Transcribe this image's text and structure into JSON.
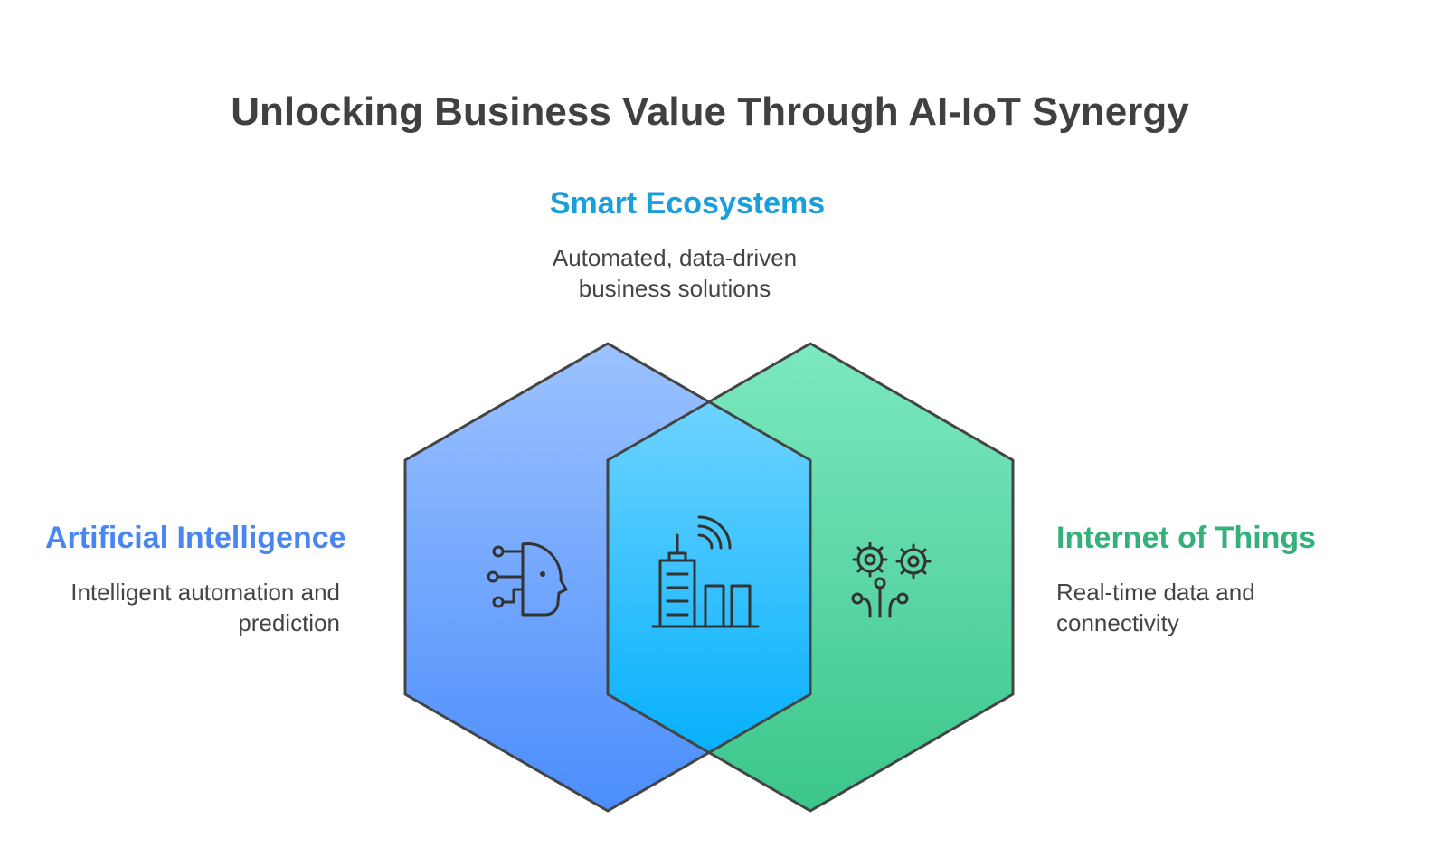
{
  "title": "Unlocking Business Value Through AI-IoT Synergy",
  "colors": {
    "title": "#404040",
    "ai_accent": "#4A86F0",
    "intersection_accent": "#1B9FDB",
    "iot_accent": "#34B07A",
    "description": "#444444",
    "outline": "#444444"
  },
  "intersection": {
    "heading": "Smart Ecosystems",
    "description_lines": [
      "Automated, data-driven",
      "business solutions"
    ],
    "icon": "smart-city-icon"
  },
  "ai": {
    "heading": "Artificial Intelligence",
    "description_lines": [
      "Intelligent automation and",
      "prediction"
    ],
    "icon": "ai-head-icon"
  },
  "iot": {
    "heading": "Internet of Things",
    "description_lines": [
      "Real-time data and",
      "connectivity"
    ],
    "icon": "iot-gears-icon"
  }
}
